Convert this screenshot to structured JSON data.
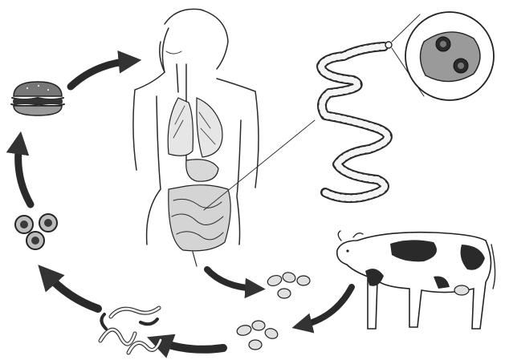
{
  "diagram": {
    "kind": "life-cycle",
    "stages": [
      {
        "id": "hamburger",
        "icon": "hamburger-icon"
      },
      {
        "id": "human-host",
        "icon": "human-torso-icon"
      },
      {
        "id": "adult-tapeworm",
        "icon": "tapeworm-icon"
      },
      {
        "id": "scolex-magnified",
        "icon": "scolex-icon"
      },
      {
        "id": "eggs-in-feces",
        "icon": "eggs-icon"
      },
      {
        "id": "cattle-host",
        "icon": "cow-icon"
      },
      {
        "id": "eggs-ingested",
        "icon": "eggs-icon"
      },
      {
        "id": "larvae",
        "icon": "larvae-icon"
      },
      {
        "id": "cysts",
        "icon": "cysts-icon"
      }
    ],
    "colors": {
      "ink": "#2a2a2a",
      "arrow": "#333333",
      "background": "#ffffff"
    }
  }
}
